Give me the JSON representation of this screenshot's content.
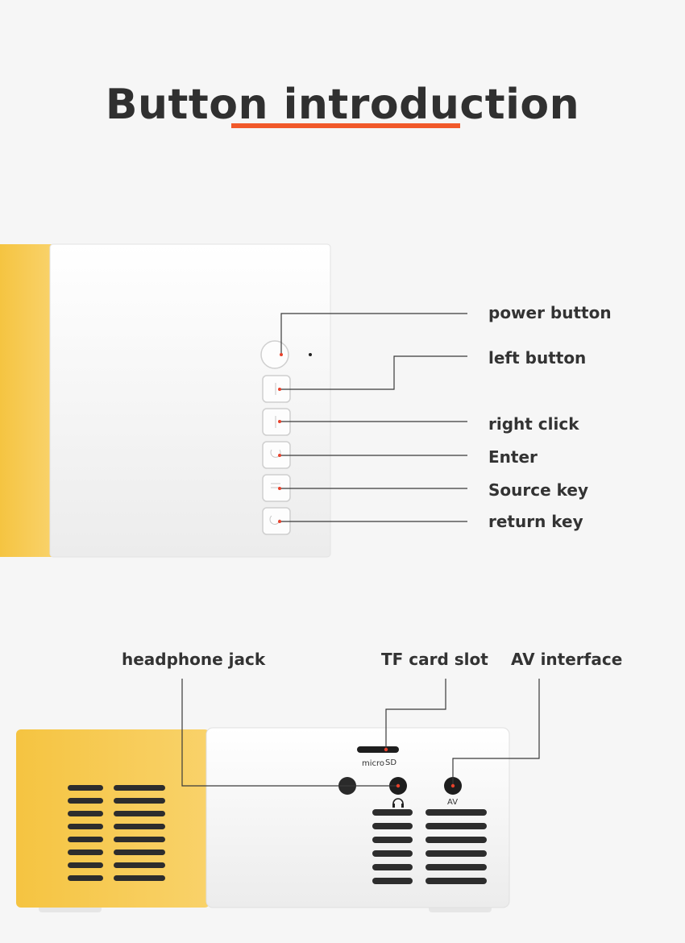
{
  "title": "Button introduction",
  "colors": {
    "accent": "#f1592a",
    "yellow": "#f7c94c",
    "white_body": "#fbfbfb",
    "text": "#333333"
  },
  "top_view": {
    "callouts": [
      {
        "id": "power",
        "label": "power button"
      },
      {
        "id": "left",
        "label": "left button"
      },
      {
        "id": "right",
        "label": "right click"
      },
      {
        "id": "enter",
        "label": "Enter"
      },
      {
        "id": "source",
        "label": "Source key"
      },
      {
        "id": "return",
        "label": "return key"
      }
    ]
  },
  "back_view": {
    "callouts": [
      {
        "id": "headphone",
        "label": "headphone jack"
      },
      {
        "id": "tf",
        "label": "TF card slot"
      },
      {
        "id": "av",
        "label": "AV interface"
      }
    ],
    "port_labels": {
      "micro": "micro",
      "sd": "SD",
      "av": "AV"
    }
  }
}
